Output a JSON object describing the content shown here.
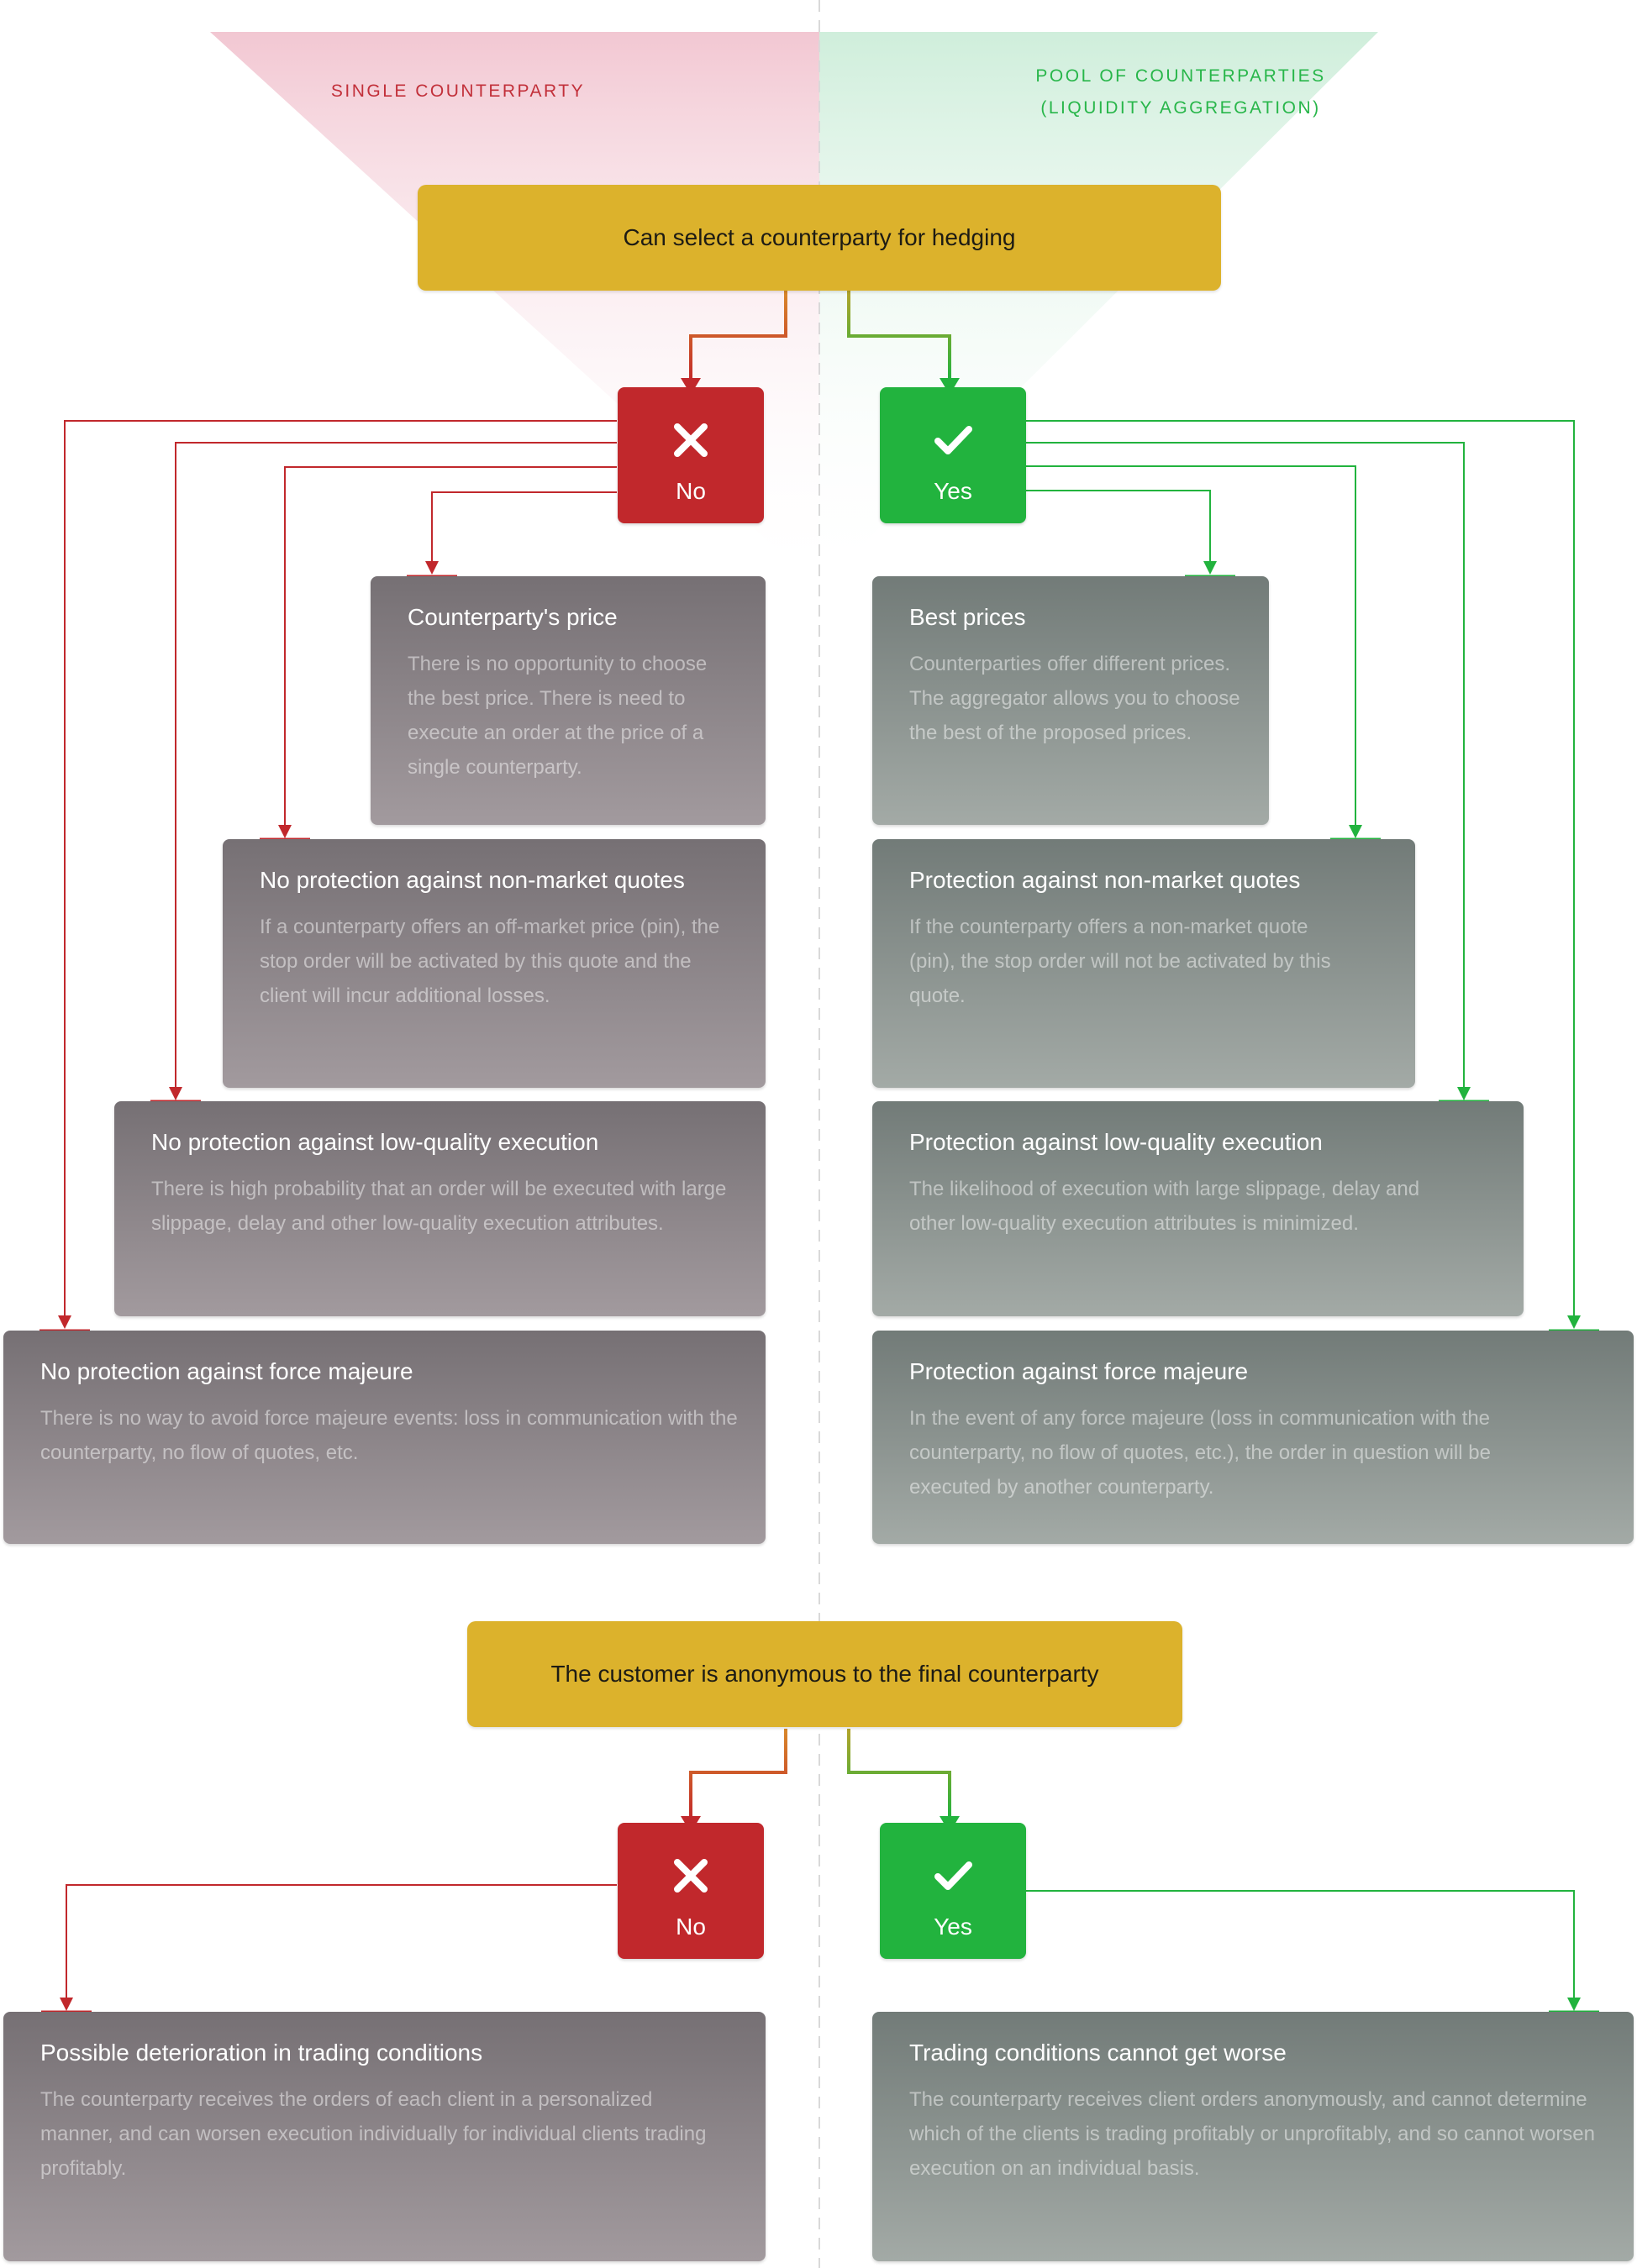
{
  "columns": {
    "left_title": "SINGLE COUNTERPARTY",
    "right_title_line1": "POOL OF COUNTERPARTIES",
    "right_title_line2": "(LIQUIDITY AGGREGATION)"
  },
  "section1": {
    "question": "Can select a counterparty for hedging",
    "no_label": "No",
    "yes_label": "Yes",
    "left_cards": [
      {
        "title": "Counterparty's price",
        "desc": "There is no opportunity to choose the best price. There is need to execute an order at the price of a single counterparty."
      },
      {
        "title": "No protection against non-market quotes",
        "desc": "If a counterparty offers an off-market price (pin), the stop order will be activated by this quote and the client will incur additional losses."
      },
      {
        "title": "No protection against low-quality execution",
        "desc": "There is high probability that an order will be executed with large slippage, delay and other low-quality execution attributes."
      },
      {
        "title": "No protection against force majeure",
        "desc": "There is no way to avoid force majeure events: loss in communication with the counterparty, no flow of quotes, etc."
      }
    ],
    "right_cards": [
      {
        "title": "Best prices",
        "desc": "Counterparties offer different prices. The aggregator allows you to choose the best of the proposed prices."
      },
      {
        "title": "Protection against non-market quotes",
        "desc": "If the counterparty offers a non-market quote (pin), the stop order will not be activated by this quote."
      },
      {
        "title": "Protection against low-quality execution",
        "desc": "The likelihood of execution with large slippage, delay and other low-quality execution attributes is minimized."
      },
      {
        "title": "Protection against force majeure",
        "desc": "In the event of any force majeure (loss in communication with the counterparty, no flow of quotes, etc.), the order in question will be executed by another counterparty."
      }
    ]
  },
  "section2": {
    "question": "The customer is anonymous to the final counterparty",
    "no_label": "No",
    "yes_label": "Yes",
    "left_card": {
      "title": "Possible deterioration in trading conditions",
      "desc": "The counterparty receives the orders of each client in a personalized manner, and can worsen execution individually for individual clients trading profitably."
    },
    "right_card": {
      "title": "Trading conditions cannot get worse",
      "desc": "The counterparty receives client orders anonymously, and cannot determine which of the clients is trading profitably or unprofitably, and so cannot worsen execution on an individual basis."
    }
  },
  "icons": {
    "no": "close-x-icon",
    "yes": "checkmark-icon"
  },
  "colors": {
    "question": "#dcb22c",
    "no": "#c1282c",
    "yes": "#22b33e",
    "line_red": "#c1282c",
    "line_green": "#22b33e",
    "line_orange": "#d97a27",
    "line_olive": "#8f9d2a"
  }
}
